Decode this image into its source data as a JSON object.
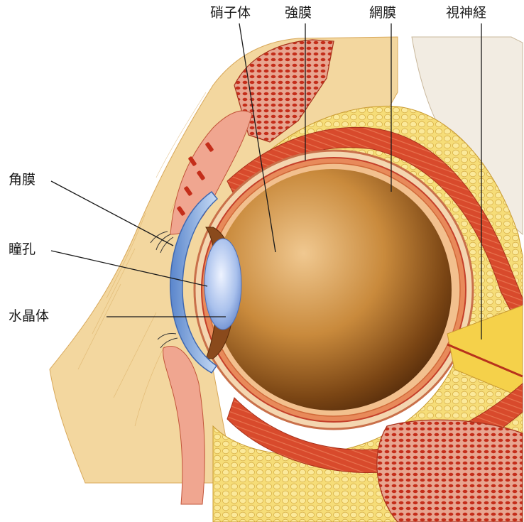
{
  "labels": {
    "vitreous": "硝子体",
    "sclera": "強膜",
    "retina": "網膜",
    "optic_nerve": "視神経",
    "cornea": "角膜",
    "pupil": "瞳孔",
    "lens": "水晶体"
  },
  "colors": {
    "fat": "#f5d870",
    "muscle": "#d8452a",
    "skin": "#f0d59a",
    "eyeball": "#c98a3c",
    "cornea": "#8fb4e0",
    "bone": "#e9b0a0"
  }
}
